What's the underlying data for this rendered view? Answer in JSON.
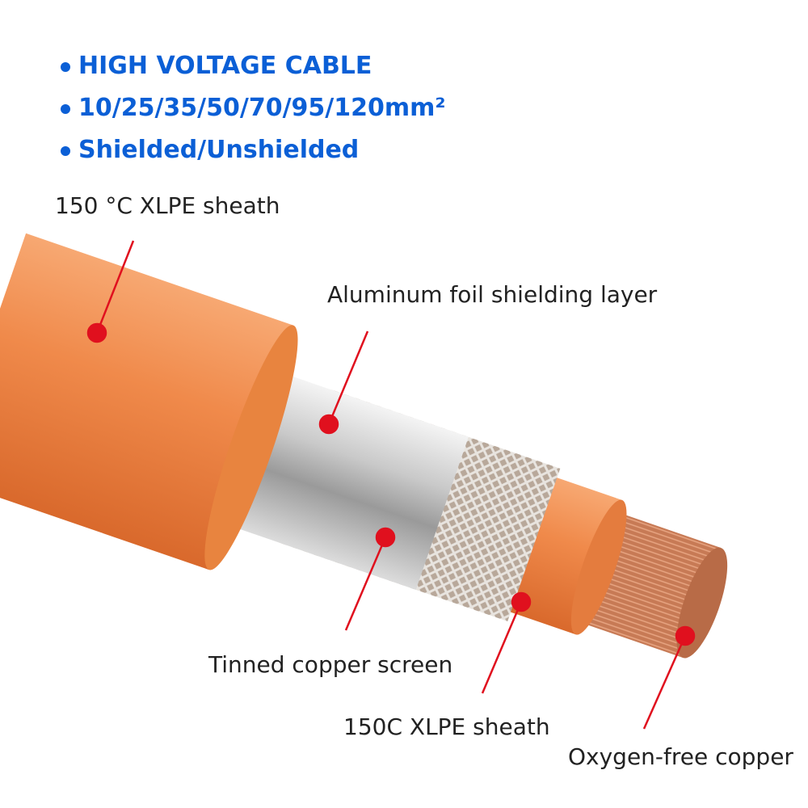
{
  "header": {
    "bullets": [
      "HIGH VOLTAGE CABLE",
      "10/25/35/50/70/95/120mm²",
      "Shielded/Unshielded"
    ]
  },
  "labels": {
    "outer_sheath": "150 °C XLPE sheath",
    "foil": "Aluminum foil shielding layer",
    "braid": "Tinned copper screen",
    "inner_sheath": "150C XLPE sheath",
    "conductor": "Oxygen-free copper"
  },
  "colors": {
    "accent": "#0b5fd6",
    "sheath": "#f08a4b",
    "marker": "#e0101e"
  }
}
